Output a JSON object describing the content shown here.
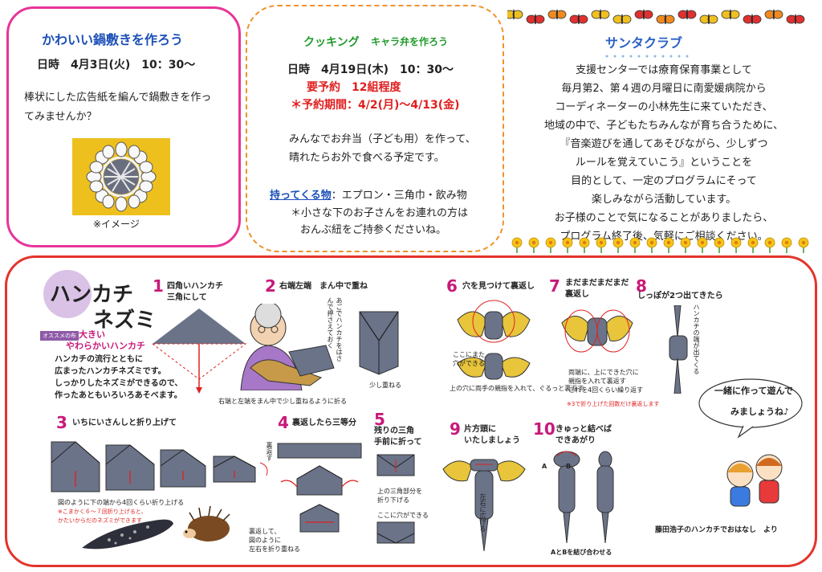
{
  "event1": {
    "title": "かわいい鍋敷きを作ろう",
    "date": "日時　4月3日(火)　10：30～",
    "desc_line1": "棒状にした広告紙を編んで鍋敷きを作っ",
    "desc_line2": "てみませんか？",
    "caption": "※イメージ"
  },
  "event2": {
    "title_a": "クッキング",
    "title_b": "キャラ弁を作ろう",
    "date": "日時　4月19日(木)　10：30～",
    "reservation": "要予約　12組程度",
    "period": "＊予約期間：4/2(月)～4/13(金)",
    "desc_line1": "みんなでお弁当（子ども用）を作って、",
    "desc_line2": "晴れたらお外で食べる予定です。",
    "bring_label": "持ってくる物",
    "bring_items": "：エプロン・三角巾・飲み物",
    "note_line1": "＊小さな下のお子さんをお連れの方は",
    "note_line2": "おんぶ紐をご持参くださいね。"
  },
  "santa": {
    "title": "サンタクラブ",
    "lines": [
      "支援センターでは療育保育事業として",
      "毎月第2、第４週の月曜日に南愛媛病院から",
      "コーディネーターの小林先生に来ていただき、",
      "地域の中で、子どもたちみんなが育ち合うために、",
      "『音楽遊びを通してあそびながら、少しずつ",
      "ルールを覚えていこう』ということを",
      "目的として、一定のプログラムにそって",
      "楽しみながら活動しています。",
      "お子様のことで気になることがありましたら、",
      "プログラム終了後、気軽にご相談ください。"
    ]
  },
  "craft": {
    "title_line1": "ハンカチ",
    "title_line2": "ネズミ",
    "sub_tag": "オススメの布",
    "sub_line1": "大きい",
    "sub_line2": "やわらかいハンカチ",
    "intro": [
      "ハンカチの流行とともに",
      "広まったハンカチネズミです。",
      "しっかりしたネズミができるので、",
      "作ったあともいろいろあそべます。"
    ],
    "steps": [
      {
        "num": "1",
        "line1": "四角いハンカチ",
        "line2": "三角にして"
      },
      {
        "num": "2",
        "line1": "右端左端　まん中で重ね",
        "line2": ""
      },
      {
        "num": "3",
        "line1": "いちにいさんしと折り上げて",
        "line2": ""
      },
      {
        "num": "4",
        "line1": "裏返したら三等分",
        "line2": ""
      },
      {
        "num": "5",
        "line1": "残りの三角",
        "line2": "手前に折って"
      },
      {
        "num": "6",
        "line1": "穴を見つけて裏返し",
        "line2": ""
      },
      {
        "num": "7",
        "line1": "まだまだまだまだ",
        "line2": "裏返し"
      },
      {
        "num": "8",
        "line1": "しっぽが2つ出てきたら",
        "line2": ""
      },
      {
        "num": "9",
        "line1": "片方頭に",
        "line2": "いたしましょう"
      },
      {
        "num": "10",
        "line1": "きゅっと結べば",
        "line2": "できあがり"
      }
    ],
    "notes": {
      "s2_vertical": "あごでハンカチをはさんで押さえておく",
      "s2_bottom": "右端と左端をまん中で少し重ねるように折る",
      "s2_overlap": "少し重ねる",
      "s3_fold": "図のように下の端から4回くらい折り上げる",
      "s3_warn1": "※こまかく６～７回折り上げると、",
      "s3_warn2": "かたいからだのネズミができます",
      "s4_flip": "裏返す",
      "s4_bottom1": "裏返して、",
      "s4_bottom2": "図のように",
      "s4_bottom3": "左右を折り重ねる",
      "s5_a1": "上の三角部分を",
      "s5_a2": "折り下げる",
      "s5_hole": "ここに穴ができる",
      "s6_hole1": "ここにまた",
      "s6_hole2": "穴ができる",
      "s6_bottom": "上の穴に両手の親指を入れて、ぐるっと裏返す",
      "s7_a1": "両端に、上にできた穴に",
      "s7_a2": "親指を入れて裏返す",
      "s7_a3": "これを4回くらい繰り返す",
      "s7_warn": "※3で折り上げた回数だけ裏返します",
      "s8_vertical": "ハンカチの端が出てくる",
      "s9_vertical": "左右に広げる",
      "s10_ab": "AとBを結び合わせる",
      "label_a": "A",
      "label_b": "B"
    },
    "bubble_line1": "一緒に作って遊んで",
    "bubble_line2": "みましょうね♪",
    "credit": "藤田浩子のハンカチでおはなし　より"
  },
  "colors": {
    "pink_border": "#e8349a",
    "orange_border": "#f0922a",
    "red_border": "#e3342c",
    "blue_title": "#1b4fb8",
    "green_title": "#1f9a2a",
    "step_num": "#c8197a"
  }
}
